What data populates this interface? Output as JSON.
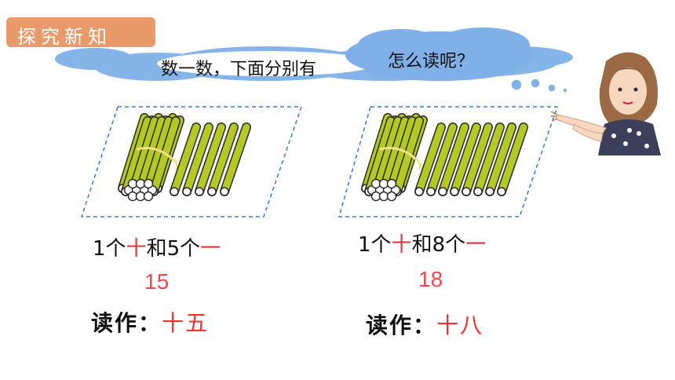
{
  "header": {
    "tag_label": "探究新知"
  },
  "clouds": {
    "main_text": "数一数，下面分别有",
    "bubble_text": "怎么读呢？"
  },
  "colors": {
    "accent": "#e89a6a",
    "stick": "#b5c924",
    "cloud": "#7fb0e8",
    "red": "#d9363e"
  },
  "groups": [
    {
      "bundle_count": 1,
      "loose_count": 5,
      "desc": {
        "p1": "1个",
        "p2": "十",
        "p3": "和5个",
        "p4": "一"
      },
      "number": "15",
      "read_label": "读作：",
      "read_value": "十五"
    },
    {
      "bundle_count": 1,
      "loose_count": 8,
      "desc": {
        "p1": "1个",
        "p2": "十",
        "p3": "和8个",
        "p4": "一"
      },
      "number": "18",
      "read_label": "读作：",
      "read_value": "十八"
    }
  ]
}
